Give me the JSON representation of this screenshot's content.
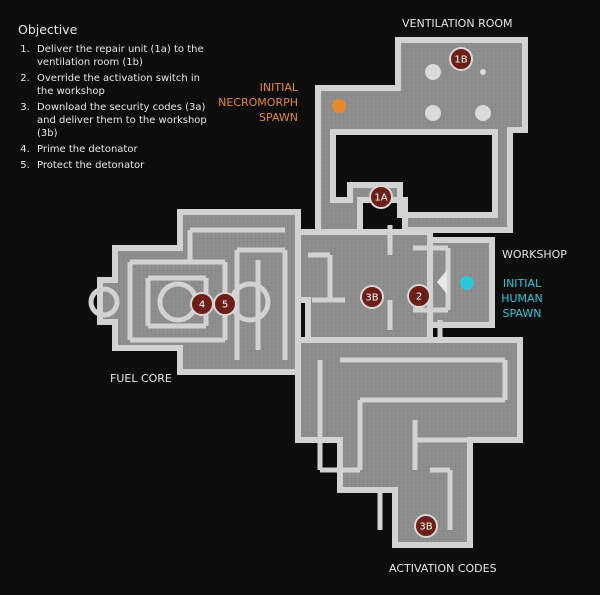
{
  "objective": {
    "title": "Objective",
    "items": [
      "Deliver the repair unit (1a) to the ventilation room (1b)",
      "Override the activation switch in the workshop",
      "Download the security codes (3a) and deliver them to the workshop (3b)",
      "Prime the detonator",
      "Protect the detonator"
    ]
  },
  "locations": {
    "ventilation_room": "VENTILATION ROOM",
    "workshop": "WORKSHOP",
    "fuel_core": "FUEL CORE",
    "activation_codes": "ACTIVATION CODES"
  },
  "spawns": {
    "necromorph": {
      "line1": "INITIAL",
      "line2": "NECROMORPH",
      "line3": "SPAWN",
      "color": "#e5892c"
    },
    "human": {
      "line1": "INITIAL",
      "line2": "HUMAN",
      "line3": "SPAWN",
      "color": "#2cc6d6"
    }
  },
  "markers": {
    "m1b": "1B",
    "m1a": "1A",
    "m3b_center": "3B",
    "m2": "2",
    "m4": "4",
    "m5": "5",
    "m3b_bottom": "3B"
  },
  "colors": {
    "background": "#0d0d0d",
    "floor": "#8c8c8c",
    "wall": "#d2d2d2",
    "marker": "#6b1f17"
  }
}
